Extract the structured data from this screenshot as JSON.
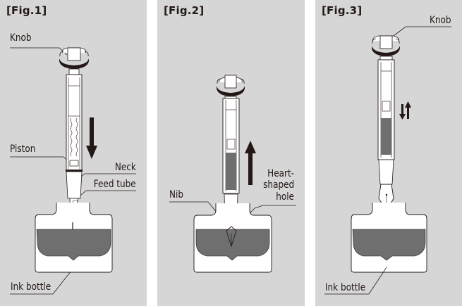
{
  "figures": [
    {
      "title": "[Fig.1]",
      "labels": {
        "knob": "Knob",
        "piston": "Piston",
        "neck": "Neck",
        "feed_tube": "Feed tube",
        "ink_bottle": "Ink bottle"
      },
      "arrow": "down",
      "ink_in_pen": false
    },
    {
      "title": "[Fig.2]",
      "labels": {
        "nib": "Nib",
        "heart_line1": "Heart-",
        "heart_line2": "shaped",
        "heart_line3": "hole"
      },
      "arrow": "up",
      "ink_in_pen": true
    },
    {
      "title": "[Fig.3]",
      "labels": {
        "knob": "Knob",
        "ink_bottle": "Ink bottle"
      },
      "arrow": "up-down",
      "ink_in_pen": true
    }
  ],
  "colors": {
    "panel_bg": "#d6d6d6",
    "ink": "#6f6f6f",
    "line": "#231815",
    "white": "#ffffff"
  }
}
